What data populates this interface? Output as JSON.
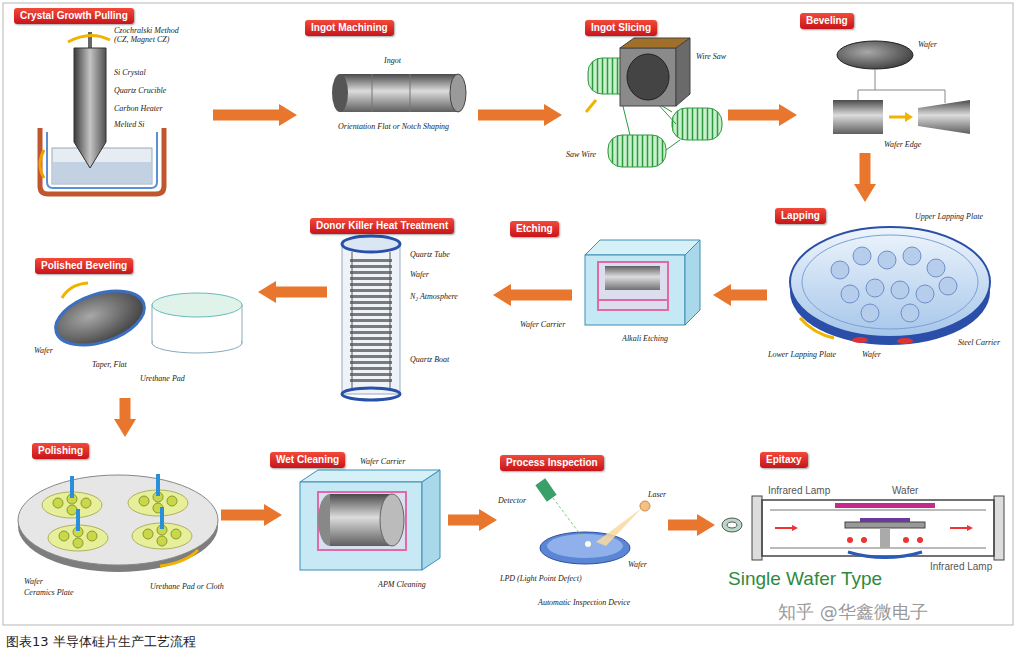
{
  "diagram": {
    "caption": "图表13 半导体硅片生产工艺流程",
    "nodes": [
      {
        "text": [
          "Crystal Growth Pulling"
        ]
      },
      {
        "text": [
          "Ingot Machining"
        ]
      },
      {
        "text": [
          "Ingot Slicing"
        ]
      },
      {
        "text": [
          "Beveling"
        ]
      },
      {
        "text": [
          "Lapping"
        ]
      },
      {
        "text": [
          "Etching"
        ]
      },
      {
        "text": [
          "Donor Killer Heat Treatment"
        ]
      },
      {
        "text": [
          "Polished Beveling"
        ]
      },
      {
        "text": [
          "Polishing"
        ]
      },
      {
        "text": [
          "Wet Cleaning"
        ]
      },
      {
        "text": [
          "Process Inspection"
        ]
      },
      {
        "text": [
          "Epitaxy"
        ]
      }
    ],
    "edges": [
      {
        "from": 0,
        "to": 1,
        "arrow": "to"
      },
      {
        "from": 1,
        "to": 2,
        "arrow": "to"
      },
      {
        "from": 2,
        "to": 3,
        "arrow": "to"
      },
      {
        "from": 3,
        "to": 4,
        "arrow": "to"
      },
      {
        "from": 4,
        "to": 5,
        "arrow": "to"
      },
      {
        "from": 5,
        "to": 6,
        "arrow": "to"
      },
      {
        "from": 6,
        "to": 7,
        "arrow": "to"
      },
      {
        "from": 7,
        "to": 8,
        "arrow": "to"
      },
      {
        "from": 8,
        "to": 9,
        "arrow": "to"
      },
      {
        "from": 9,
        "to": 10,
        "arrow": "to"
      },
      {
        "from": 10,
        "to": 11,
        "arrow": "to"
      }
    ],
    "labels": [
      "Czochralski Method (CZ, Magnet CZ)",
      "Si Crystal",
      "Quartz Crucible",
      "Carbon Heater",
      "Melted Si",
      "Ingot",
      "Orientation Flat or Notch Shaping",
      "Wire Saw",
      "Saw Wire",
      "Wafer",
      "Wafer Edge",
      "Upper Lapping Plate",
      "Steel Carrier",
      "Lower Lapping Plate",
      "Wafer",
      "Wafer Carrier",
      "Alkali Etching",
      "Quartz Tube",
      "Wafer",
      "N₂ Atmosphere",
      "Quartz Boat",
      "Wafer",
      "Taper, Flat",
      "Urethane Pad",
      "Wafer",
      "Ceramics Plate",
      "Urethane Pad or Cloth",
      "Wafer Carrier",
      "APM Cleaning",
      "Detector",
      "Laser",
      "LPD (Light Point Defect)",
      "Wafer",
      "Automatic Inspection Device",
      "Infrared Lamp",
      "Wafer",
      "Single Wafer Type",
      "Infrared Lamp",
      "知乎 @华鑫微电子"
    ]
  }
}
